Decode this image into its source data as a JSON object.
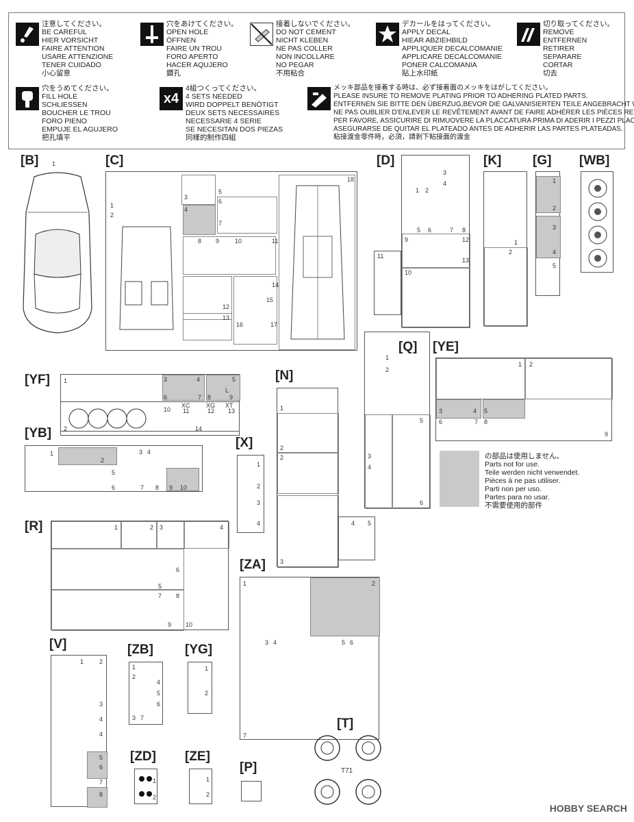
{
  "legend": [
    {
      "icon": "careful-icon",
      "lines": [
        "注意してください。",
        "BE CAREFUL",
        "HIER VORSICHT",
        "FAIRE ATTENTION",
        "USARE ATTENZIONE",
        "TENER CUIDADO",
        "小心留意"
      ]
    },
    {
      "icon": "open-hole-icon",
      "lines": [
        "穴をあけてください。",
        "OPEN HOLE",
        "ÖFFNEN",
        "FAIRE UN TROU",
        "FORO APERTO",
        "HACER AQUJERO",
        "鑽孔"
      ]
    },
    {
      "icon": "no-cement-icon",
      "lines": [
        "接着しないでください。",
        "DO NOT CEMENT",
        "NICHT KLEBEN",
        "NE PAS COLLER",
        "NON INCOLLARE",
        "NO PEGAR",
        "不用粘合"
      ]
    },
    {
      "icon": "decal-icon",
      "lines": [
        "デカールをはってください。",
        "APPLY DECAL",
        "HIEAR ABZIEHBILD",
        "APPLIQUER DECALCOMANIE",
        "APPLICARE DECALCOMANIE",
        "PONER CALCOMANIA",
        "貼上水印紙"
      ]
    },
    {
      "icon": "remove-icon",
      "lines": [
        "切り取ってください。",
        "REMOVE",
        "ENTFERNEN",
        "RETIRER",
        "SEPARARE",
        "CORTAR",
        "切去"
      ]
    },
    {
      "icon": "fill-hole-icon",
      "lines": [
        "穴をうめてください。",
        "FILL HOLE",
        "SCHLIESSEN",
        "BOUCHER LE TROU",
        "FORO PIENO",
        "EMPUJE EL AGUJERO",
        "把孔填平"
      ]
    },
    {
      "icon": "x4-icon",
      "lines": [
        "4組つくってください。",
        "4 SETS NEEDED",
        "WIRD DOPPELT BENÖTIGT",
        "DEUX SETS NECESSAIRES",
        "NECESSARIE 4 SERIE",
        "SE NECESITAN DOS PIEZAS",
        "同樣的制作四組"
      ]
    },
    {
      "icon": "plating-icon",
      "lines": [
        "メッキ部品を接着する時は、必ず接着面のメッキをはがしてください。",
        "PLEASE INSURE TO REMOVE PLATING PRIOR TO ADHERING PLATED PARTS.",
        "ENTFERNEN SIE BITTE DEN ÜBERZUG,BEVOR DIE GALVANISIERTEN TEILE ANGEBRACHT WERDEN.",
        "NE PAS OUBLIER D'ENLEVER LE REVÊTEMENT AVANT DE FAIRE ADHÉRER LES PIÈCES REVÊTUES.",
        "PER FAVORE, ASSICURIRE DI RIMUOVERE LA PLACCATURA PRIMA DI ADERIR I PEZZI PLACCATI.",
        "ASEGURARSE DE QUITAR EL PLATEADO ANTES DE ADHERIR LAS PARTES PLATEADAS.",
        "粘接渡金零件時，必須，請剝下粘接面的渡金"
      ]
    }
  ],
  "x4_glyph": "x4",
  "sprue_labels": [
    "[B]",
    "[C]",
    "[D]",
    "[K]",
    "[G]",
    "[WB]",
    "[YF]",
    "[N]",
    "[Q]",
    "[YE]",
    "[YB]",
    "[X]",
    "[R]",
    "[ZA]",
    "[V]",
    "[ZB]",
    "[YG]",
    "[T]",
    "[ZD]",
    "[ZE]",
    "[P]"
  ],
  "not_used": [
    "の部品は使用しません。",
    "Parts not for use.",
    "Teile werden nicht verwendet.",
    "Pièces à ne pas utiliser.",
    "Parti non per uso.",
    "Partes para no usar.",
    "不需要使用的部件"
  ],
  "part_numbers": {
    "B": [
      "1"
    ],
    "C": [
      "1",
      "2",
      "3",
      "4",
      "5",
      "6",
      "7",
      "8",
      "9",
      "10",
      "11",
      "12",
      "13",
      "14",
      "15",
      "16",
      "17",
      "18"
    ],
    "D": [
      "1",
      "2",
      "3",
      "4",
      "5",
      "6",
      "7",
      "8",
      "9",
      "10",
      "11",
      "12",
      "13"
    ],
    "K": [
      "1",
      "2"
    ],
    "G": [
      "1",
      "2",
      "3",
      "4",
      "5"
    ],
    "YF": [
      "1",
      "2",
      "3",
      "4",
      "5",
      "6",
      "7",
      "8",
      "9",
      "10",
      "11",
      "12",
      "13",
      "14"
    ],
    "YF_tags": [
      "L",
      "XC",
      "XG",
      "XT"
    ],
    "YB": [
      "1",
      "2",
      "3",
      "4",
      "5",
      "6",
      "7",
      "8",
      "9",
      "10"
    ],
    "X": [
      "1",
      "2",
      "3",
      "4"
    ],
    "N": [
      "1",
      "2",
      "3",
      "4",
      "5"
    ],
    "Q": [
      "1",
      "2",
      "3",
      "4",
      "5",
      "6"
    ],
    "YE": [
      "1",
      "2",
      "3",
      "4",
      "5",
      "6",
      "7",
      "8",
      "9"
    ],
    "R": [
      "1",
      "2",
      "3",
      "4",
      "5",
      "6",
      "7",
      "8",
      "9",
      "10"
    ],
    "ZA": [
      "1",
      "2",
      "3",
      "4",
      "5",
      "6",
      "7"
    ],
    "V": [
      "1",
      "2",
      "3",
      "4",
      "5",
      "6",
      "7",
      "8"
    ],
    "ZB": [
      "1",
      "2",
      "3",
      "4",
      "5",
      "6",
      "7"
    ],
    "YG": [
      "1",
      "2"
    ],
    "ZD": [
      "1",
      "2"
    ],
    "ZE": [
      "1",
      "2"
    ],
    "T": [
      "T71"
    ]
  },
  "watermark": "HOBBY SEARCH"
}
